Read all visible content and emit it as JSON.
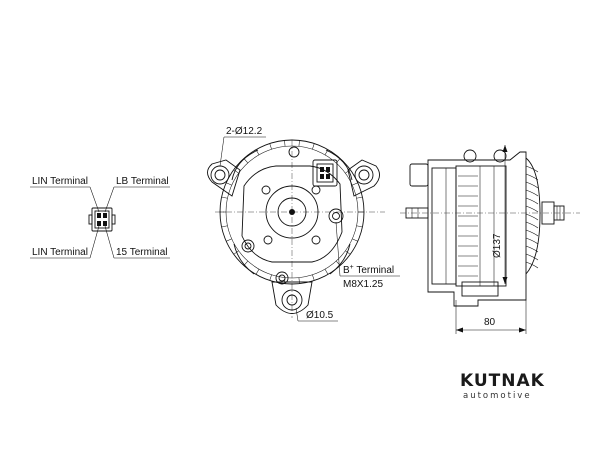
{
  "connector_labels": {
    "top_left": "LIN Terminal",
    "top_right": "LB Terminal",
    "bottom_left": "LIN Terminal",
    "bottom_right": "15 Terminal"
  },
  "front_view": {
    "mount_holes": "2-Ø12.2",
    "b_plus_label": "B",
    "b_plus_sup": "+",
    "b_plus_rest": " Terminal",
    "thread": "M8X1.25",
    "bottom_hole": "Ø10.5"
  },
  "side_view": {
    "diameter": "Ø137",
    "length": "80"
  },
  "brand": {
    "name": "KUTNAK",
    "tagline": "automotive"
  },
  "colors": {
    "line": "#111111",
    "background": "#ffffff"
  }
}
